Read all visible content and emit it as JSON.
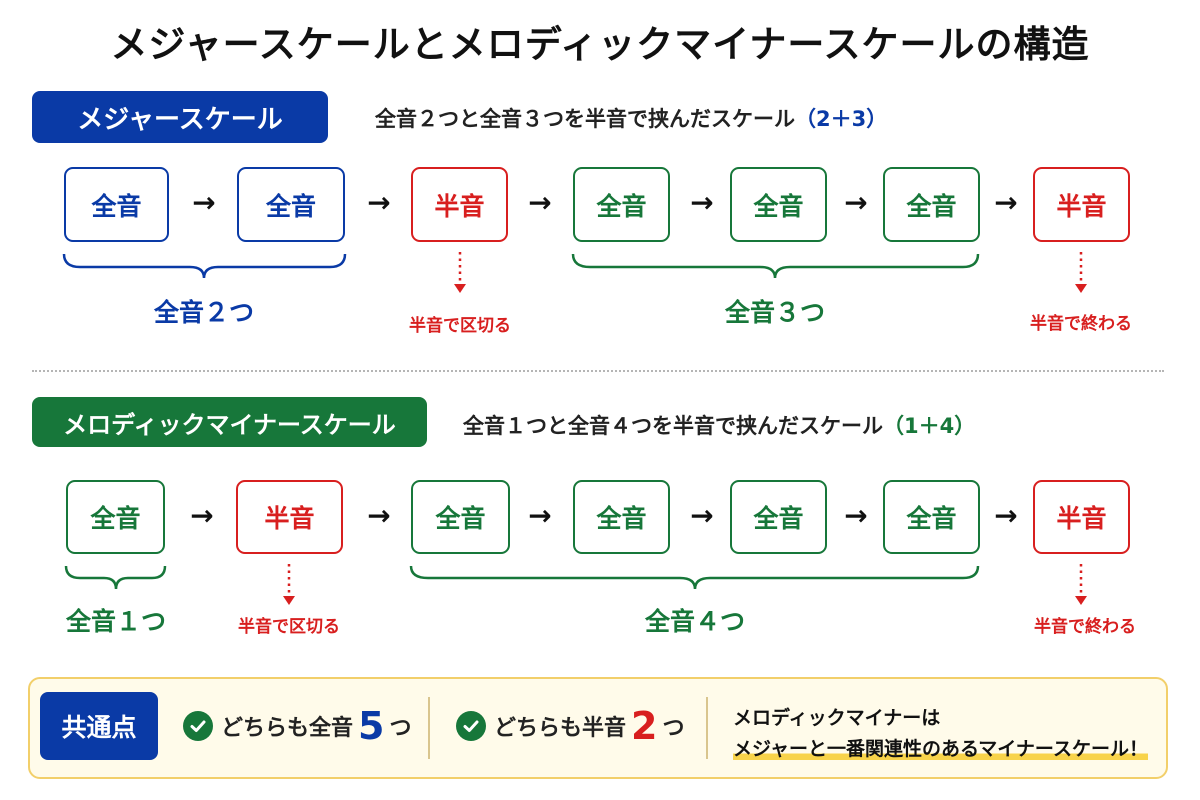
{
  "title": "メジャースケールとメロディックマイナースケールの構造",
  "major": {
    "label": "メジャースケール",
    "description_main": "全音２つと全音３つを半音で挟んだスケール",
    "description_formula": "（2＋3）",
    "steps": [
      "全音",
      "全音",
      "半音",
      "全音",
      "全音",
      "全音",
      "半音"
    ],
    "arrow": "→",
    "group1_label": "全音２つ",
    "group2_label": "全音３つ",
    "divide_note": "半音で区切る",
    "end_note": "半音で終わる"
  },
  "melodic": {
    "label": "メロディックマイナースケール",
    "description_main": "全音１つと全音４つを半音で挟んだスケール",
    "description_formula": "（1＋4）",
    "steps": [
      "全音",
      "半音",
      "全音",
      "全音",
      "全音",
      "全音",
      "半音"
    ],
    "arrow": "→",
    "group1_label": "全音１つ",
    "group2_label": "全音４つ",
    "divide_note": "半音で区切る",
    "end_note": "半音で終わる"
  },
  "common": {
    "label": "共通点",
    "item1_prefix": "どちらも全音",
    "item1_number": "5",
    "item1_suffix": "つ",
    "item2_prefix": "どちらも半音",
    "item2_number": "2",
    "item2_suffix": "つ",
    "note_line1": "メロディックマイナーは",
    "note_line2": "メジャーと一番関連性のあるマイナースケール！"
  },
  "colors": {
    "blue": "#0a3aa6",
    "green": "#17773a",
    "red": "#d81f1f",
    "highlight": "#f8d34a"
  }
}
